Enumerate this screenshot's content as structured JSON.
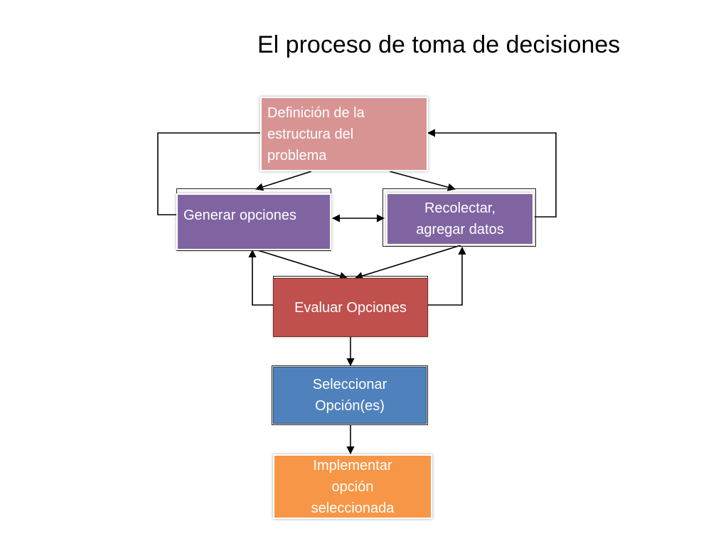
{
  "title": "El proceso de toma de decisiones",
  "colors": {
    "definicion": "#d89493",
    "generar": "#8064a2",
    "recolectar": "#8064a2",
    "evaluar": "#c0504d",
    "seleccionar": "#4f81bd",
    "implementar": "#f79646",
    "connector": "#000000"
  },
  "nodes": {
    "definicion": {
      "lines": [
        "Definición de la",
        "estructura del",
        "problema"
      ]
    },
    "generar": {
      "lines": [
        "Generar opciones"
      ]
    },
    "recolectar": {
      "lines": [
        "Recolectar,",
        "agregar datos"
      ]
    },
    "evaluar": {
      "lines": [
        "Evaluar Opciones"
      ]
    },
    "seleccionar": {
      "lines": [
        "Seleccionar",
        "Opción(es)"
      ]
    },
    "implementar": {
      "lines": [
        "Implementar",
        "opción",
        "seleccionada"
      ]
    }
  }
}
